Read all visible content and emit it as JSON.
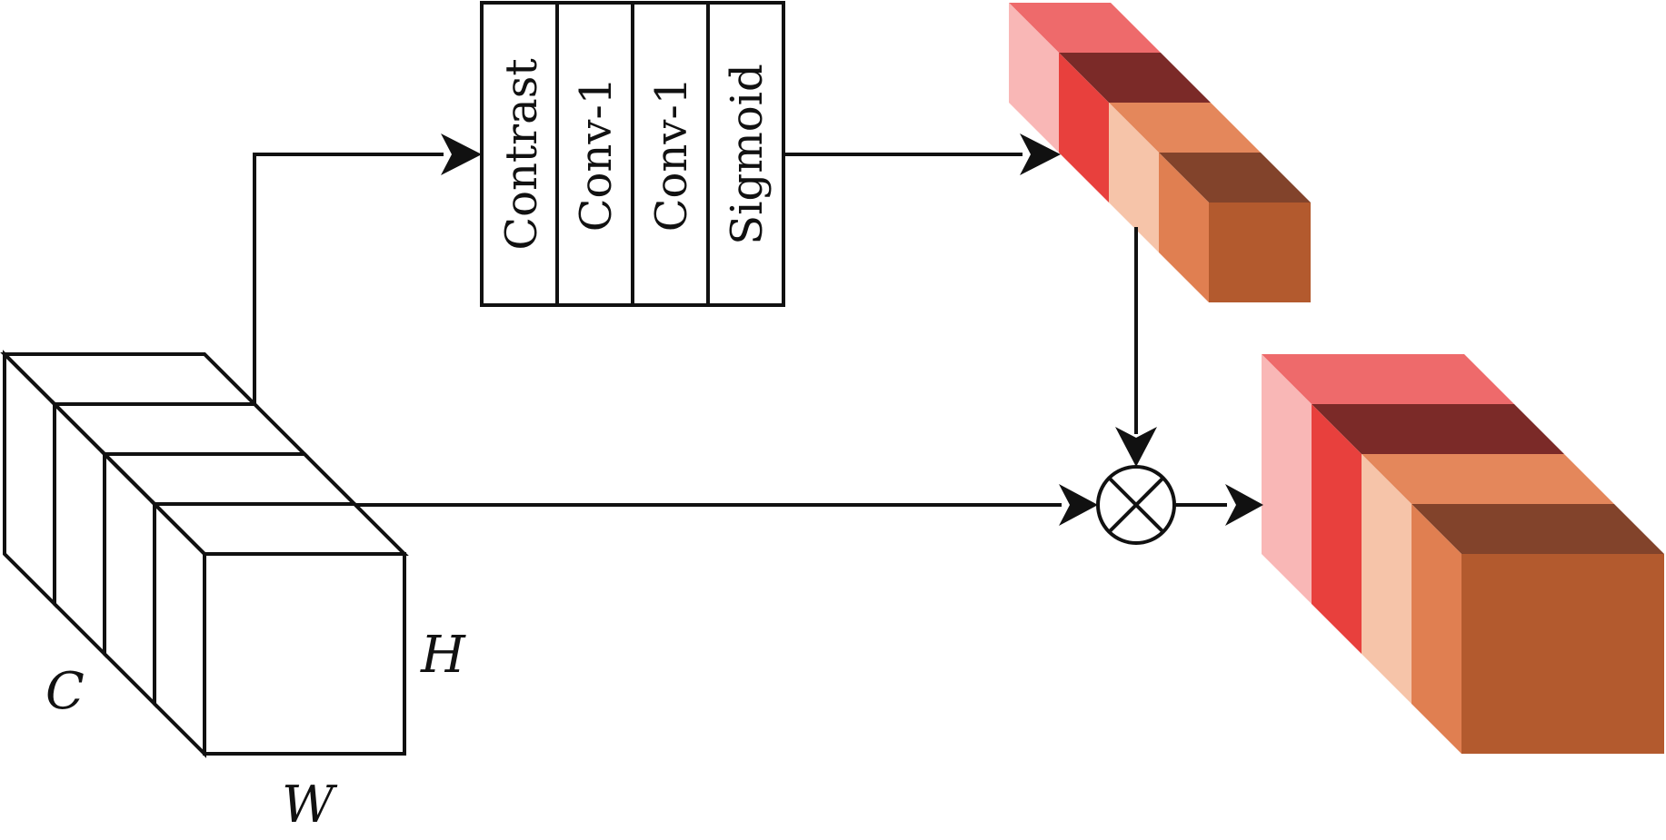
{
  "modules": {
    "steps": [
      "Contrast",
      "Conv-1",
      "Conv-1",
      "Sigmoid"
    ]
  },
  "input_tensor": {
    "labels": {
      "channels": "C",
      "height": "H",
      "width": "W"
    },
    "colors": {
      "top_face": "#e3dfdf",
      "front_face": "#ffffff",
      "outline": "#111111"
    }
  },
  "attention_tensor": {
    "slices": 4,
    "colors": {
      "top": [
        "#ee6a6b",
        "#7b2a28",
        "#e4875b",
        "#82432b"
      ],
      "side": [
        "#f9b7b6",
        "#e8403d",
        "#f6c4a9",
        "#e07f51"
      ],
      "front": "#b35a2e"
    }
  },
  "output_tensor": {
    "slices": 4,
    "colors": {
      "top": [
        "#ee6a6b",
        "#7b2a28",
        "#e4875b",
        "#82432b"
      ],
      "side": [
        "#f9b7b6",
        "#e8403d",
        "#f6c4a9",
        "#e07f51"
      ],
      "front": "#b35a2e"
    }
  },
  "operator": {
    "symbol": "multiply-circle-icon"
  }
}
